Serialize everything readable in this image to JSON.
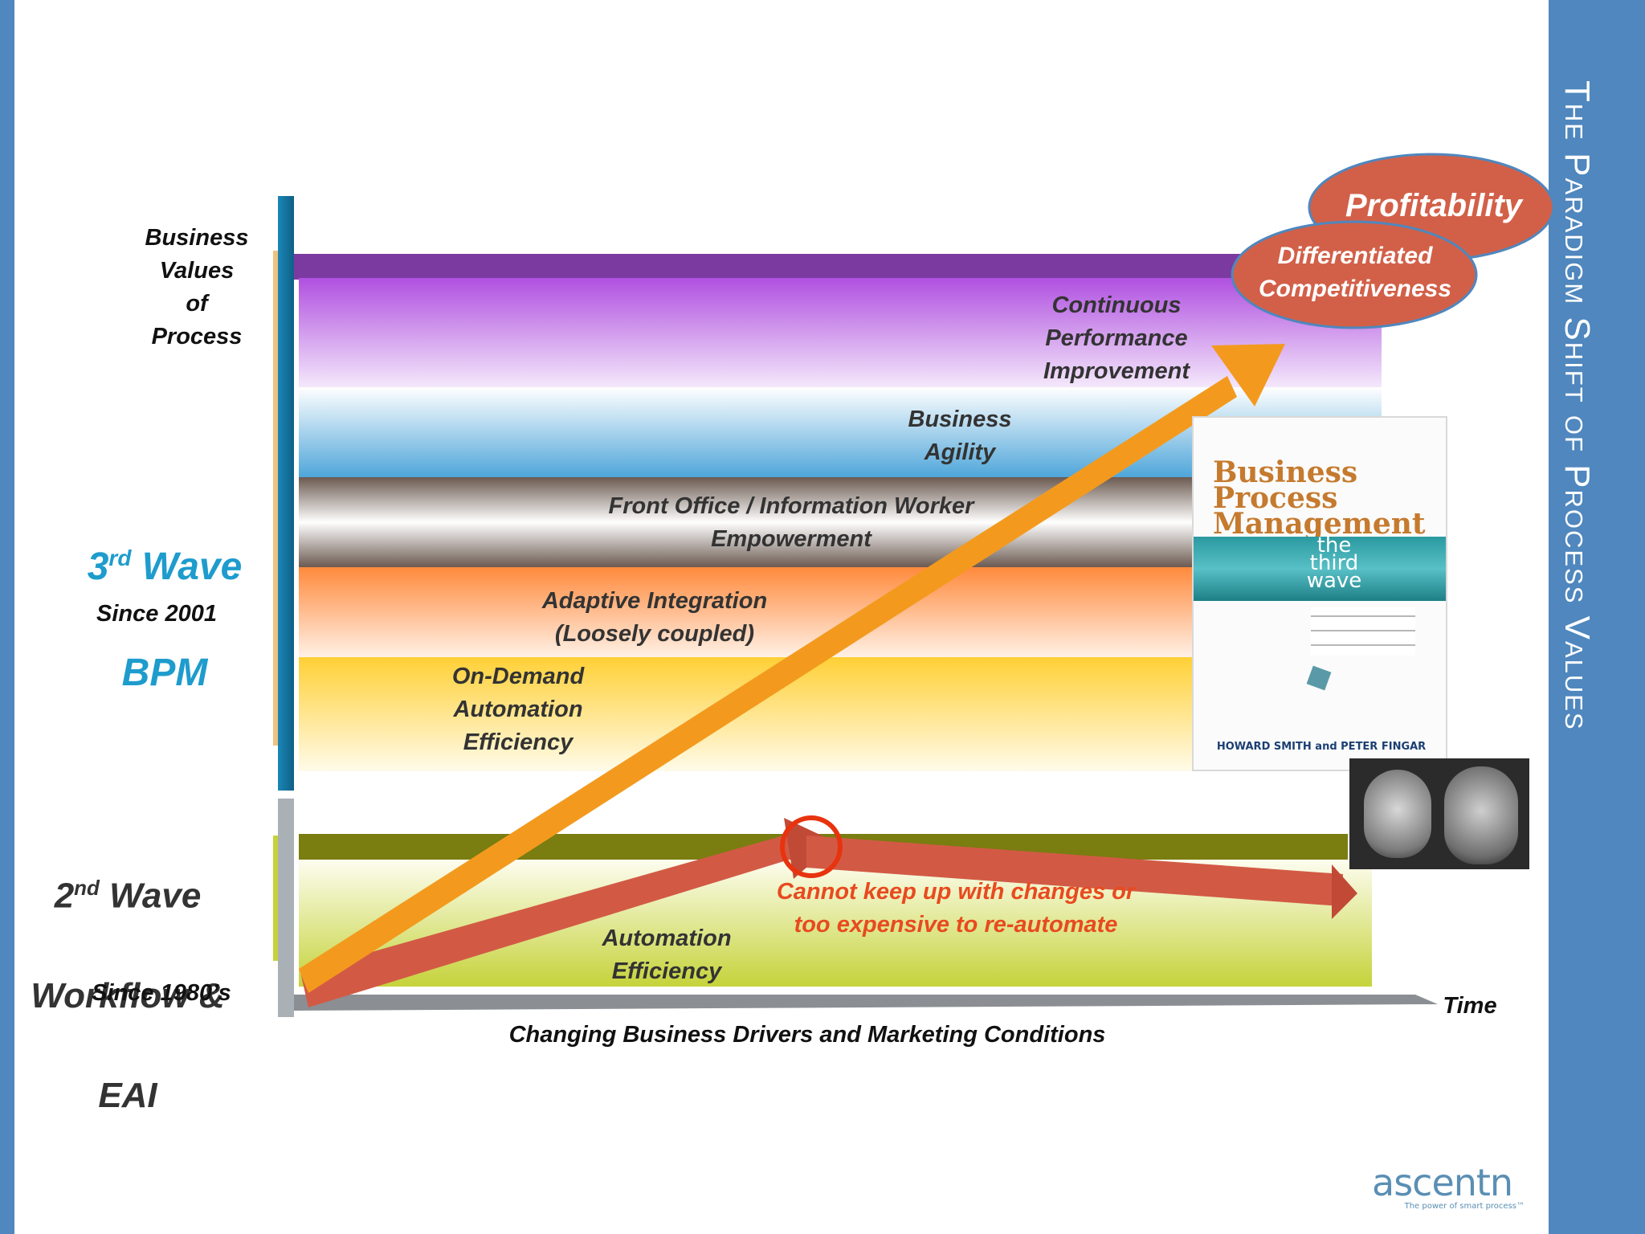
{
  "slide_title": "The Paradigm Shift of Process Values",
  "y_axis_label": "Business\nValues\nof\nProcess",
  "x_axis_label": "Changing Business Drivers and Marketing Conditions",
  "time_label": "Time",
  "wave3": {
    "title_prefix": "3",
    "title_sup": "rd",
    "title_word": " Wave",
    "title_line2": "BPM",
    "since": "Since 2001"
  },
  "wave2": {
    "title_prefix": "2",
    "title_sup": "nd",
    "title_word": " Wave",
    "title_line2": "Workflow &",
    "title_line3": "EAI",
    "since": "Since 1980’s"
  },
  "bands": [
    {
      "label": "Continuous\nPerformance\nImprovement"
    },
    {
      "label": "Business\nAgility"
    },
    {
      "label": "Front Office / Information Worker\nEmpowerment"
    },
    {
      "label": "Adaptive Integration\n(Loosely coupled)"
    },
    {
      "label": "On-Demand\nAutomation\nEfficiency"
    }
  ],
  "wave2_band_label": "Automation\nEfficiency",
  "warning": "Cannot keep up with changes or\ntoo expensive to re-automate",
  "ellipses": {
    "top": "Profitability",
    "bottom": "Differentiated\nCompetitiveness"
  },
  "book": {
    "title_line1": "Business",
    "title_line2": "Process",
    "title_line3": "Management",
    "subtitle": "the\nthird\nwave",
    "authors": "HOWARD SMITH and PETER FINGAR"
  },
  "logo": {
    "name": "ascentn",
    "tagline": "The power of smart process™"
  },
  "colors": {
    "frame": "#4f87be",
    "orange_arrow": "#f39a1e",
    "red_arrow": "#d25a45",
    "ellipse": "#d26048",
    "wave3_text": "#1e9ccd",
    "warning_text": "#e84a1f"
  }
}
